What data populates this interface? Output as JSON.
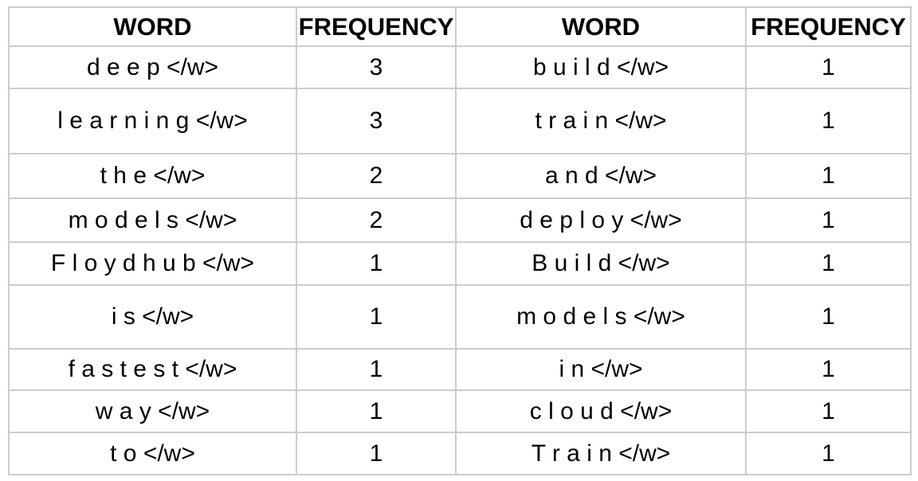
{
  "chart_data": {
    "type": "table",
    "columns": [
      "WORD",
      "FREQUENCY",
      "WORD",
      "FREQUENCY"
    ],
    "rows": [
      [
        "d e e p </w>",
        "3",
        "b u i l d </w>",
        "1"
      ],
      [
        "l e a r n i n g </w>",
        "3",
        "t r a i n </w>",
        "1"
      ],
      [
        "t h e </w>",
        "2",
        "a n d </w>",
        "1"
      ],
      [
        "m o d e l s </w>",
        "2",
        "d e p l o y </w>",
        "1"
      ],
      [
        "F l o y d h u b </w>",
        "1",
        "B u i l d </w>",
        "1"
      ],
      [
        "i s </w>",
        "1",
        "m o d e l s </w>",
        "1"
      ],
      [
        "f a s t e s t </w>",
        "1",
        "i n </w>",
        "1"
      ],
      [
        "w a y </w>",
        "1",
        "c l o u d </w>",
        "1"
      ],
      [
        "t o </w>",
        "1",
        "T r a i n </w>",
        "1"
      ]
    ]
  },
  "colors": {
    "border": "#cccccc",
    "text": "#000000",
    "background": "#ffffff"
  }
}
